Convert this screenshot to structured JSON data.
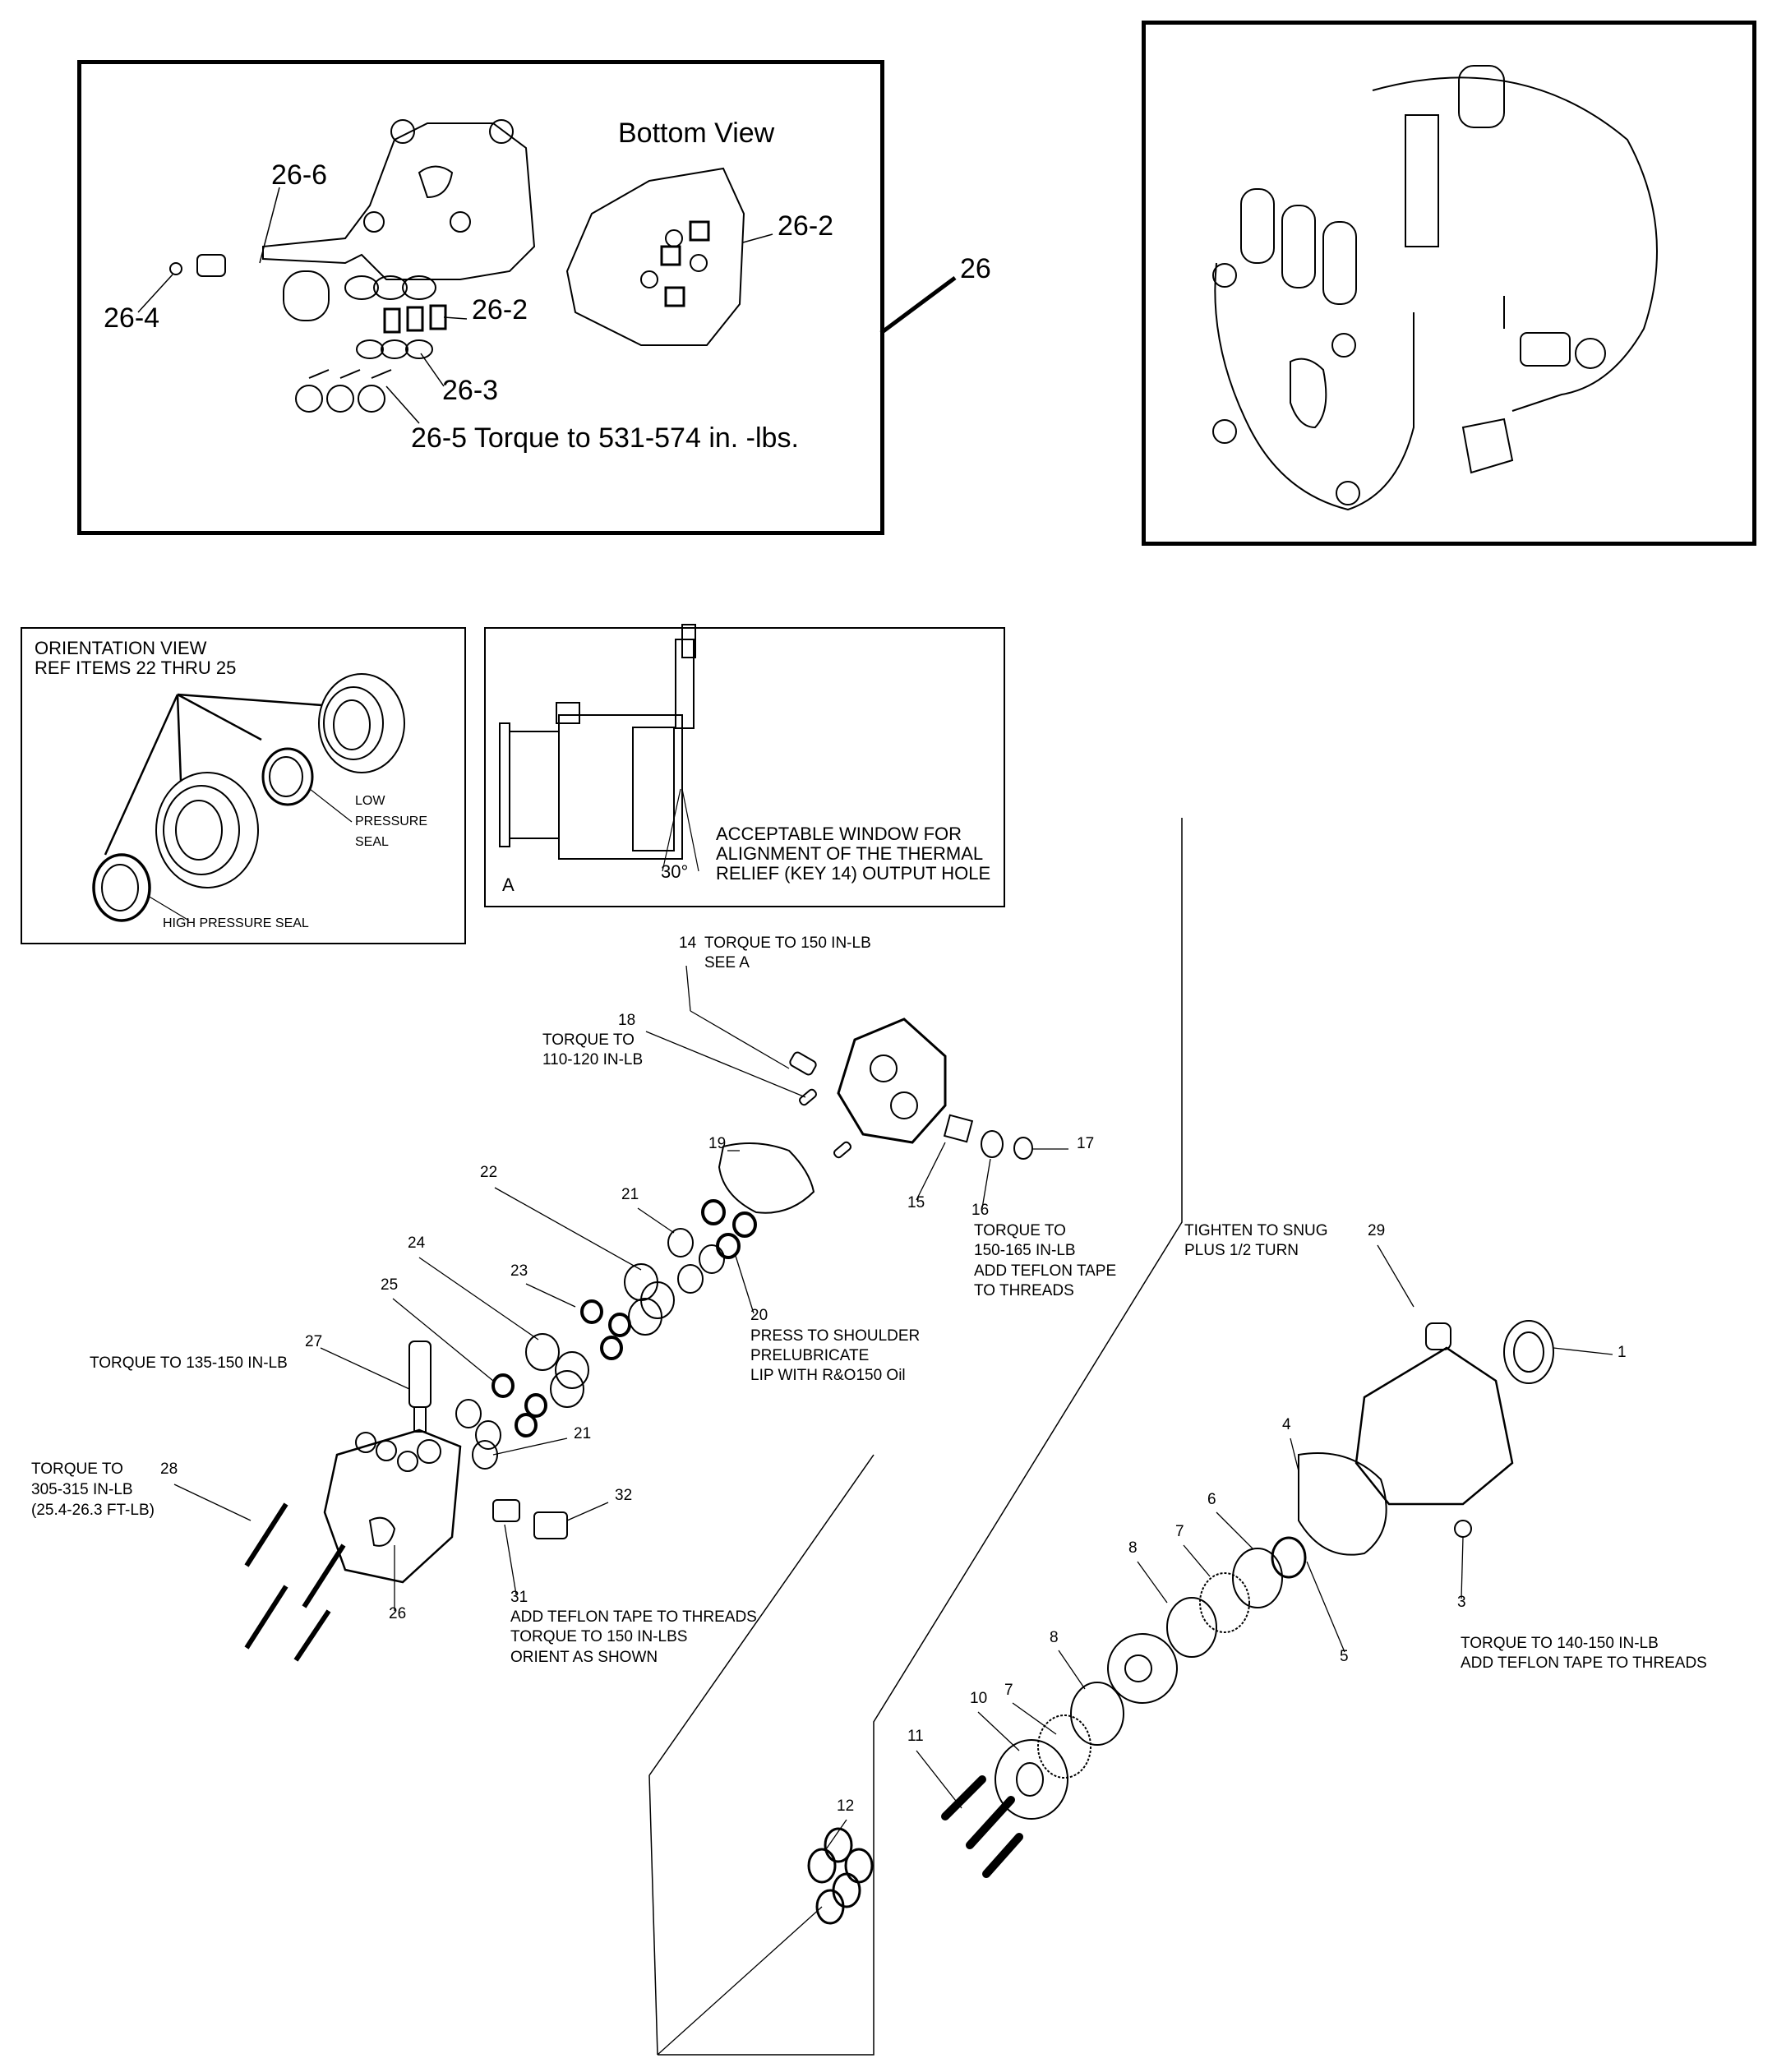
{
  "title": "Pump Exploded Parts Diagram",
  "colors": {
    "ink": "#000000",
    "paper": "#ffffff"
  },
  "inset_26": {
    "bottom_view_label": "Bottom View",
    "callouts": {
      "c26_6": "26-6",
      "c26_4": "26-4",
      "c26_2_bottom": "26-2",
      "c26_2_front": "26-2",
      "c26_3": "26-3",
      "c26_5": "26-5 Torque to 531-574 in. -lbs."
    },
    "assembly_ref": "26"
  },
  "assembled_view": {
    "icon": "assembled-pump-illustration"
  },
  "orientation_view": {
    "title_line1": "ORIENTATION VIEW",
    "title_line2": "REF ITEMS 22 THRU 25",
    "low_pressure_seal": [
      "LOW",
      "PRESSURE",
      "SEAL"
    ],
    "high_pressure_seal": "HIGH PRESSURE SEAL"
  },
  "detail_a": {
    "label": "A",
    "angle": "30°",
    "note": [
      "ACCEPTABLE WINDOW FOR",
      "ALIGNMENT OF THE THERMAL",
      "RELIEF (KEY 14) OUTPUT HOLE"
    ]
  },
  "parts": {
    "p14": {
      "key": "14",
      "note": [
        "TORQUE TO 150 IN-LB",
        "SEE A"
      ]
    },
    "p18": {
      "key": "18",
      "note": [
        "TORQUE TO",
        "110-120 IN-LB"
      ]
    },
    "p19": {
      "key": "19"
    },
    "p17": {
      "key": "17"
    },
    "p15": {
      "key": "15"
    },
    "p16": {
      "key": "16",
      "note": [
        "TORQUE TO",
        "150-165 IN-LB",
        "ADD TEFLON TAPE",
        "TO THREADS"
      ]
    },
    "p22": {
      "key": "22"
    },
    "p21a": {
      "key": "21"
    },
    "p21b": {
      "key": "21"
    },
    "p23": {
      "key": "23"
    },
    "p24": {
      "key": "24"
    },
    "p25": {
      "key": "25"
    },
    "p20": {
      "key": "20",
      "note": [
        "PRESS TO SHOULDER",
        "PRELUBRICATE",
        "LIP WITH R&O150 Oil"
      ]
    },
    "p27": {
      "key": "27",
      "note": [
        "TORQUE TO 135-150 IN-LB"
      ]
    },
    "p28": {
      "key": "28",
      "note": [
        "TORQUE TO",
        "305-315 IN-LB",
        "(25.4-26.3 FT-LB)"
      ]
    },
    "p32": {
      "key": "32"
    },
    "p26": {
      "key": "26"
    },
    "p31": {
      "key": "31",
      "note": [
        "ADD TEFLON TAPE TO THREADS",
        "TORQUE TO 150 IN-LBS",
        "ORIENT AS SHOWN"
      ]
    },
    "p29": {
      "key": "29",
      "note": [
        "TIGHTEN TO SNUG",
        "PLUS 1/2 TURN"
      ]
    },
    "p1": {
      "key": "1"
    },
    "p4": {
      "key": "4"
    },
    "p6": {
      "key": "6"
    },
    "p7a": {
      "key": "7"
    },
    "p8a": {
      "key": "8"
    },
    "p5": {
      "key": "5"
    },
    "p3": {
      "key": "3",
      "note": [
        "TORQUE TO 140-150 IN-LB",
        "ADD TEFLON TAPE TO THREADS"
      ]
    },
    "p7b": {
      "key": "7"
    },
    "p8b": {
      "key": "8"
    },
    "p10": {
      "key": "10"
    },
    "p11": {
      "key": "11"
    },
    "p12": {
      "key": "12"
    }
  }
}
